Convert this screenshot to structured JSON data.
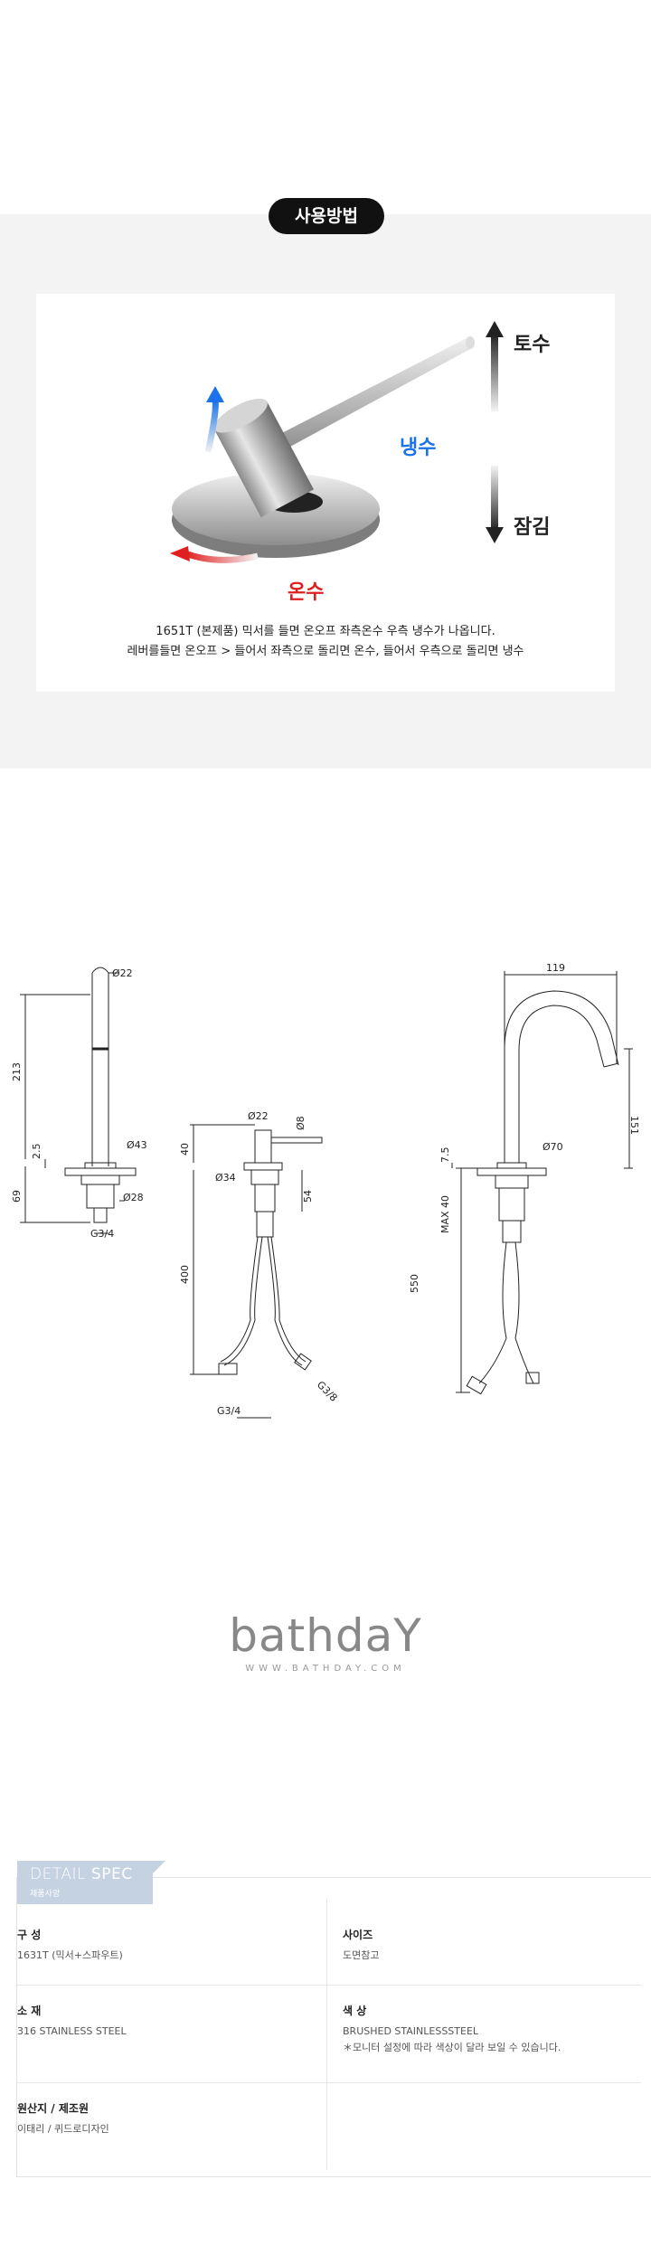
{
  "usage": {
    "title": "사용방법",
    "label_topour": "토수",
    "label_cold": "냉수",
    "label_hot": "온수",
    "label_close": "잠김",
    "line1": "1651T (본제품) 믹서를 들면 온오프 좌측온수 우측 냉수가 나옵니다.",
    "line2": "레버를들면 온오프 > 들어서 좌측으로 돌리면 온수, 들어서 우측으로 돌리면 냉수"
  },
  "drawing": {
    "spout": {
      "d_top": "Ø22",
      "h_total": "213",
      "flange_h": "2.5",
      "d_flange": "Ø43",
      "below_h": "69",
      "d_shank": "Ø28",
      "thread": "G3/4"
    },
    "mixer": {
      "d_body": "Ø22",
      "d_lever": "Ø8",
      "h_top": "40",
      "d_base": "Ø34",
      "shank_h": "54",
      "hose_len": "400",
      "thread_left": "G3/4",
      "thread_right": "G3/8"
    },
    "gooseneck": {
      "reach": "119",
      "height": "151",
      "flange_h": "7.5",
      "d_flange": "Ø70",
      "max_label": "MAX",
      "max_val": "40",
      "hose_len": "550"
    }
  },
  "brand": {
    "wordmark": "bathdaY",
    "url": "WWW.BATHDAY.COM"
  },
  "spec": {
    "tag_title_a": "DETAIL",
    "tag_title_b": "SPEC",
    "tag_sub": "제품사양",
    "composition_label": "구 성",
    "composition_value": "1631T (믹서+스파우트)",
    "size_label": "사이즈",
    "size_value": "도면참고",
    "material_label": "소 재",
    "material_value": "316 STAINLESS STEEL",
    "color_label": "색 상",
    "color_value": "BRUSHED STAINLESSSTEEL",
    "color_note": "＊모니터 설정에 따라 색상이 달라 보일 수 있습니다.",
    "origin_label": "원산지 / 제조원",
    "origin_value": "이태리 / 퀴드로디자인"
  }
}
